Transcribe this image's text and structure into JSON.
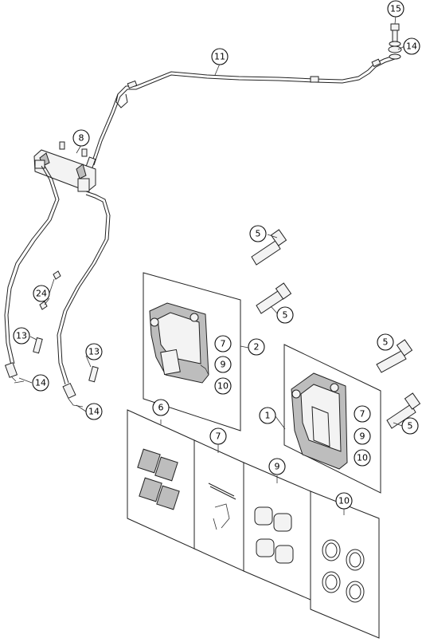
{
  "callouts": {
    "c15": "15",
    "c14_top": "14",
    "c11": "11",
    "c8": "8",
    "c5_a": "5",
    "c5_b": "5",
    "c5_c": "5",
    "c5_d": "5",
    "c24": "24",
    "c13_a": "13",
    "c13_b": "13",
    "c14_a": "14",
    "c14_b": "14",
    "c7_a": "7",
    "c9_a": "9",
    "c10_a": "10",
    "c2": "2",
    "c1": "1",
    "c7_b": "7",
    "c9_b": "9",
    "c10_b": "10",
    "c6": "6",
    "c7_c": "7",
    "c9_c": "9",
    "c10_c": "10"
  }
}
